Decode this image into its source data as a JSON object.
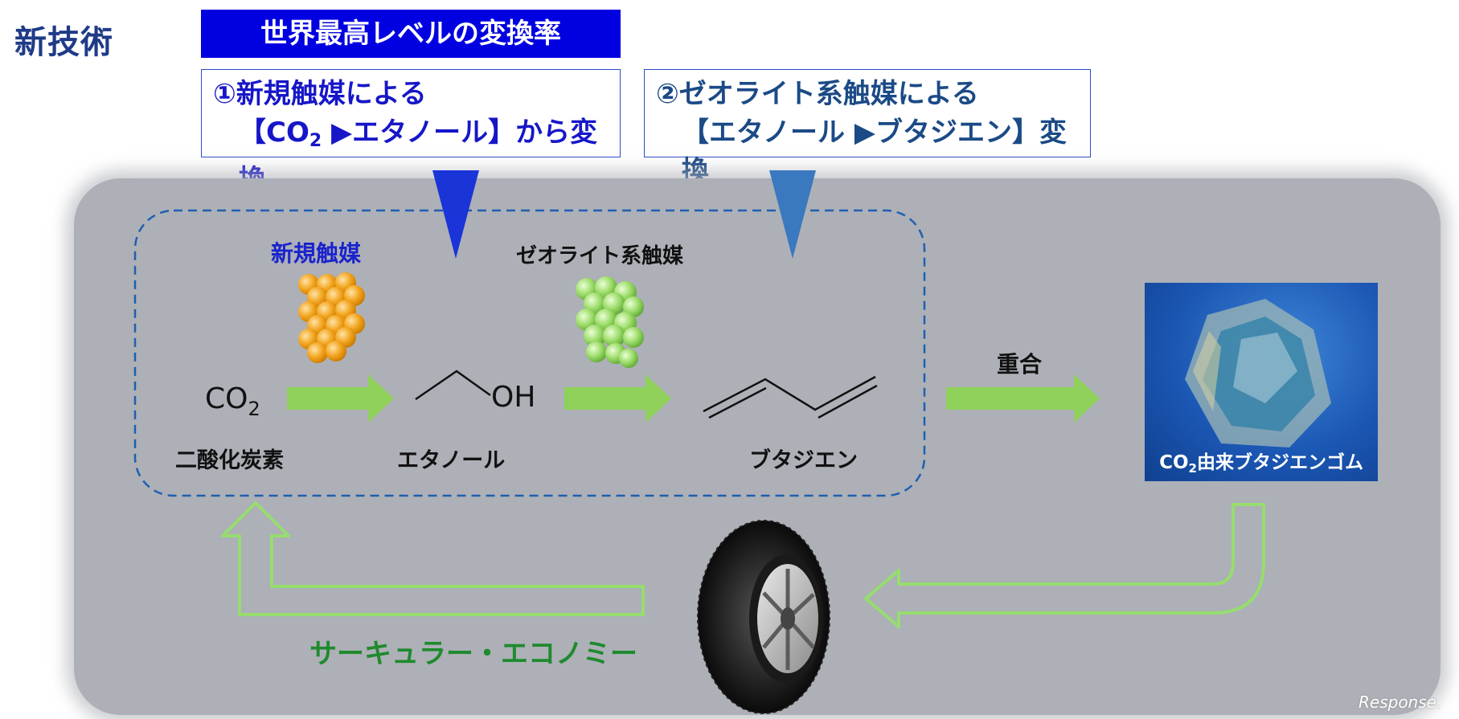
{
  "header": {
    "title": "新技術",
    "banner": "世界最高レベルの変換率"
  },
  "box1": {
    "line1": "①新規触媒による",
    "line2_pre": "【CO",
    "line2_sub": "2",
    "line2_post": " ▶エタノール】から変換"
  },
  "box2": {
    "line1": "②ゼオライト系触媒による",
    "line2": "【エタノール ▶ブタジエン】変換"
  },
  "process": {
    "catalyst1_label": "新規触媒",
    "catalyst2_label": "ゼオライト系触媒",
    "co2_formula_main": "CO",
    "co2_formula_sub": "2",
    "co2_name": "二酸化炭素",
    "ethanol_oh": "OH",
    "ethanol_name": "エタノール",
    "butadiene_name": "ブタジエン",
    "polymerization_label": "重合",
    "rubber_pre": "CO",
    "rubber_sub": "2",
    "rubber_post": "由来ブタジエンゴム",
    "circular_label": "サーキュラー・エコノミー"
  },
  "watermark": "Response.",
  "colors": {
    "banner": "#0000e0",
    "panel": "#adb0b7",
    "flow_arrow": "#8ed05a",
    "catalyst1": "#f3a51f",
    "catalyst2": "#9ddc6a",
    "circular_text": "#1f8a2e",
    "pointer1": "#1a34d8",
    "pointer2": "#3a78c0"
  }
}
